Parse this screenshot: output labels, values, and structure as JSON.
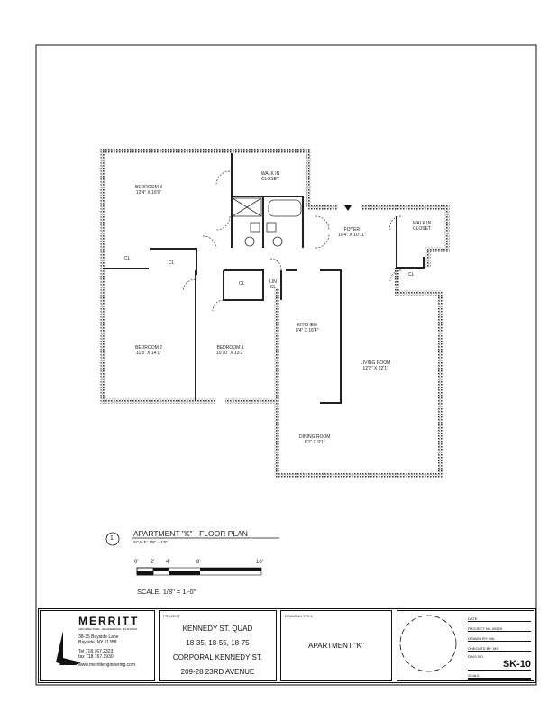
{
  "plan": {
    "rooms": [
      {
        "name": "BEDROOM 3",
        "dims": "12'4\" X 16'0\""
      },
      {
        "name": "WALK IN CLOSET",
        "dims": ""
      },
      {
        "name": "FOYER",
        "dims": "10'4\" X 10'11\""
      },
      {
        "name": "WALK IN CLOSET",
        "dims": ""
      },
      {
        "name": "CL",
        "dims": ""
      },
      {
        "name": "CL",
        "dims": ""
      },
      {
        "name": "CL",
        "dims": ""
      },
      {
        "name": "CL",
        "dims": ""
      },
      {
        "name": "LIN CL",
        "dims": ""
      },
      {
        "name": "BEDROOM 2",
        "dims": "11'8\" X 14'1\""
      },
      {
        "name": "BEDROOM 1",
        "dims": "10'10\" X 13'2\""
      },
      {
        "name": "KITCHEN",
        "dims": "8'4\" X 16'4\""
      },
      {
        "name": "LIVING ROOM",
        "dims": "12'2\" X 22'1\""
      },
      {
        "name": "DINING ROOM",
        "dims": "8'1\" X 9'1\""
      }
    ]
  },
  "caption": {
    "number": "1",
    "title": "APARTMENT \"K\" - FLOOR PLAN",
    "scale": "SCALE: 1/8\" = 1'0\""
  },
  "scale_bar": {
    "ticks": [
      "0'",
      "2'",
      "4'",
      "8'",
      "16'"
    ],
    "label": "SCALE: 1/8\" = 1'-0\""
  },
  "title_block": {
    "firm": {
      "name": "MERRITT",
      "tagline": "ARCHITECTURE · ENGINEERING · PLANNING",
      "address1": "38-35 Bayside Lane",
      "address2": "Bayside, NY 11358",
      "tel": "Tel 718.767.2323",
      "fax": "fax 718.767.1930",
      "web": "www.merrittengineering.com"
    },
    "project": {
      "heading": "PROJECT",
      "lines": [
        "KENNEDY ST. QUAD",
        "18-35, 18-55, 18-75",
        "CORPORAL KENNEDY ST.",
        "209-28 23RD AVENUE"
      ]
    },
    "drawing": {
      "heading": "DRAWING TITLE",
      "title": "APARTMENT \"K\""
    },
    "info": {
      "date": "DATE",
      "project_no": "PROJECT No: 08120",
      "drawn_by": "DRAWN BY: MA",
      "checked_by": "CHECKED BY: MS",
      "number_label": "DWG NO.",
      "sheet": "SK-10",
      "scale": "SCALE"
    }
  }
}
